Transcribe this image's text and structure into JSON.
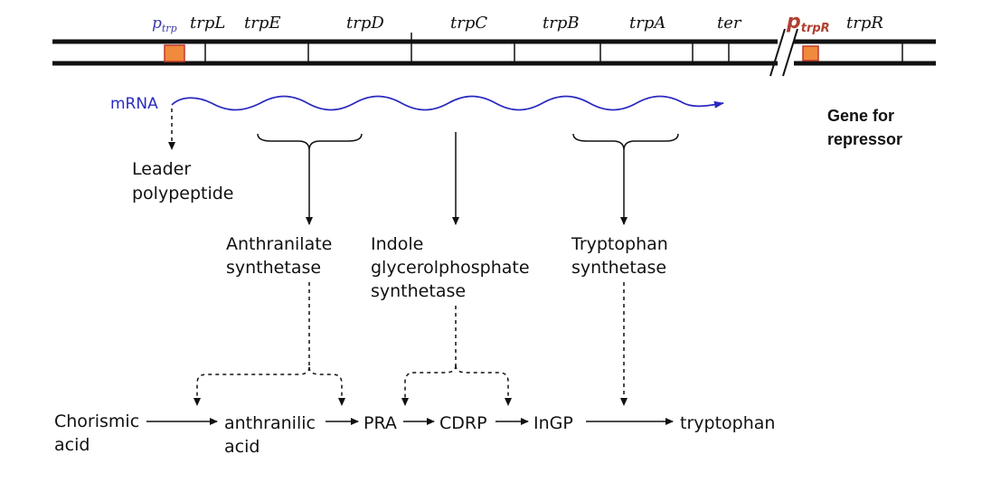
{
  "operon": {
    "promoter_label": "p",
    "promoter_sub": "trp",
    "genes": [
      "trpL",
      "trpE",
      "trpD",
      "trpC",
      "trpB",
      "trpA"
    ],
    "terminator": "ter",
    "repressor_promoter_label": "p",
    "repressor_promoter_sub": "trpR",
    "repressor_gene": "trpR",
    "colors": {
      "promoter_box": "#f08a3c",
      "promoter_box_border": "#c0392b",
      "mrna": "#2a2ac0",
      "repressor_promoter_text": "#b04030"
    }
  },
  "mrna_label": "mRNA",
  "repressor_label": [
    "Gene for",
    "repressor"
  ],
  "leader": [
    "Leader",
    "polypeptide"
  ],
  "enzymes": {
    "anthranilate": [
      "Anthranilate",
      "synthetase"
    ],
    "indole": [
      "Indole",
      "glycerolphosphate",
      "synthetase"
    ],
    "tryptophan": [
      "Tryptophan",
      "synthetase"
    ]
  },
  "pathway": {
    "chorismic": [
      "Chorismic",
      "acid"
    ],
    "anthranilic": [
      "anthranilic",
      "acid"
    ],
    "pra": "PRA",
    "cdrp": "CDRP",
    "ingp": "InGP",
    "tryptophan": "tryptophan"
  }
}
